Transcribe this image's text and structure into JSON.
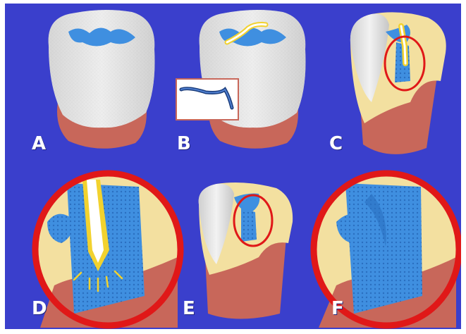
{
  "colors": {
    "background": "#3a3fcc",
    "enamel": "#e6e6e6",
    "dentin": "#f3e0a0",
    "gum_root": "#c8675a",
    "sealant_blue": "#3f8fe0",
    "highlight_yellow": "#f2d22e",
    "circle_red": "#e01818",
    "label_white": "#ffffff"
  },
  "panels": {
    "a": {
      "label": "A"
    },
    "b": {
      "label": "B"
    },
    "c": {
      "label": "C"
    },
    "d": {
      "label": "D"
    },
    "e": {
      "label": "E"
    },
    "f": {
      "label": "F"
    }
  }
}
